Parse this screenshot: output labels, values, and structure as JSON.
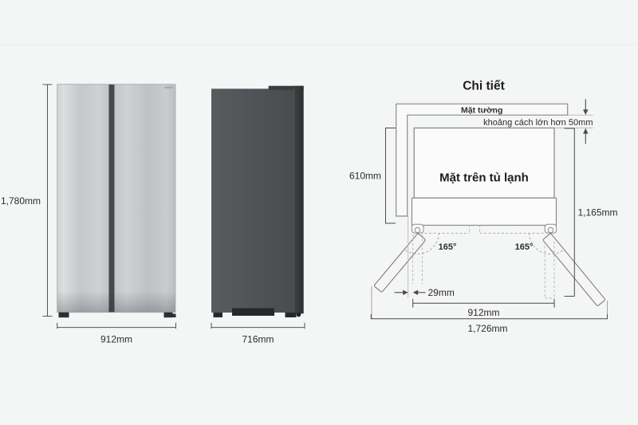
{
  "front_view": {
    "height": "1,780mm",
    "width": "912mm"
  },
  "side_view": {
    "depth": "716mm"
  },
  "detail": {
    "title": "Chi tiết",
    "wall": "Mặt tường",
    "clearance": "khoảng cách lớn hơn 50mm",
    "fridge_top": "Mặt trên tủ lạnh",
    "depth_without_door": "610mm",
    "depth_door_open": "1,165mm",
    "door_angle_left": "165°",
    "door_angle_right": "165°",
    "door_gap": "29mm",
    "cabinet_width": "912mm",
    "width_doors_open": "1,726mm"
  },
  "colors": {
    "background": "#f4f5f5",
    "outline": "#8b8b90",
    "dimension": "#4a4a4e",
    "dashed": "#b0b0b4",
    "steel_light": "#d6d8da",
    "steel_divider": "#46484b",
    "side_body": "#505254",
    "side_door": "#313335"
  }
}
